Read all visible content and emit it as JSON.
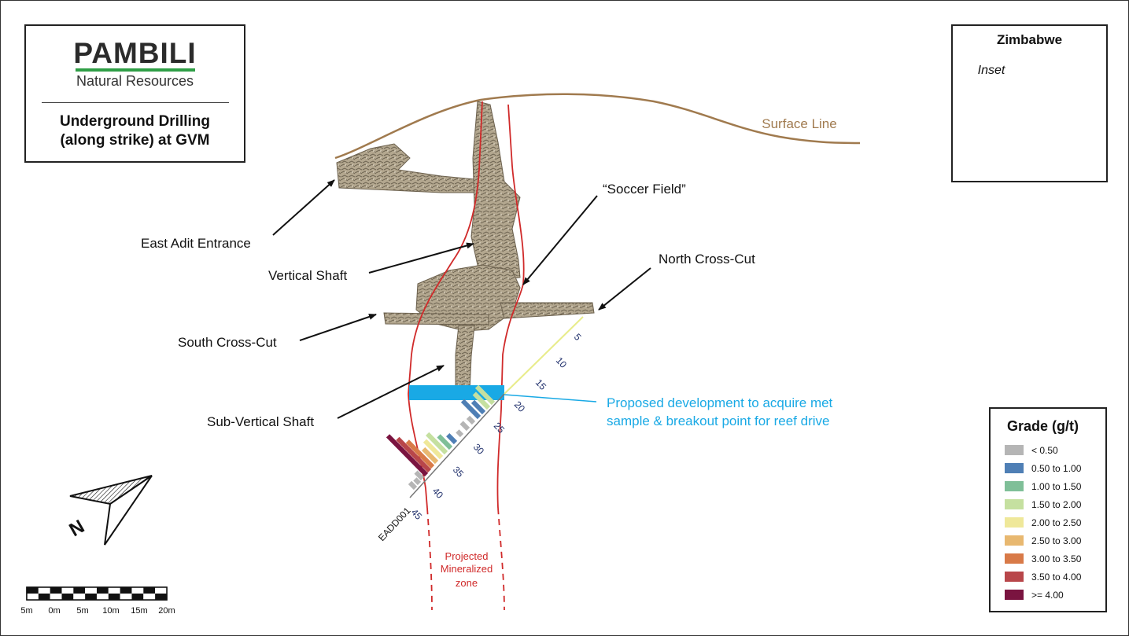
{
  "logo": {
    "name": "PAMBILI",
    "subtitle": "Natural Resources"
  },
  "title": "Underground Drilling (along strike) at GVM",
  "title_lines": [
    "Underground Drilling",
    "(along strike) at GVM"
  ],
  "labels": {
    "surface_line": "Surface Line",
    "east_adit": "East Adit Entrance",
    "vertical_shaft": "Vertical Shaft",
    "south_crosscut": "South Cross-Cut",
    "sub_vertical_shaft": "Sub-Vertical Shaft",
    "soccer_field": "“Soccer Field”",
    "north_crosscut": "North Cross-Cut",
    "proposed_line1": "Proposed development to acquire met",
    "proposed_line2": "sample & breakout point for reef drive",
    "projected_line1": "Projected",
    "projected_line2": "Mineralized",
    "projected_line3": "zone",
    "drillhole_id": "EADD001",
    "north_symbol": "N"
  },
  "drillhole_depths": [
    "5",
    "10",
    "15",
    "20",
    "25",
    "30",
    "35",
    "40",
    "45"
  ],
  "inset": {
    "title": "Zimbabwe",
    "label": "Inset"
  },
  "scale_bar": {
    "labels": [
      "5m",
      "0m",
      "5m",
      "10m",
      "15m",
      "20m"
    ]
  },
  "legend": {
    "title": "Grade (g/t)",
    "items": [
      {
        "label": "< 0.50",
        "color": "#b5b5b5"
      },
      {
        "label": "0.50 to 1.00",
        "color": "#4f7fb5"
      },
      {
        "label": "1.00 to 1.50",
        "color": "#7fbf98"
      },
      {
        "label": "1.50 to 2.00",
        "color": "#c5e0a0"
      },
      {
        "label": "2.00 to 2.50",
        "color": "#efe89a"
      },
      {
        "label": "2.50 to 3.00",
        "color": "#e8b870"
      },
      {
        "label": "3.00 to 3.50",
        "color": "#d87a48"
      },
      {
        "label": "3.50 to 4.00",
        "color": "#b8464a"
      },
      {
        "label": ">= 4.00",
        "color": "#7a1440"
      }
    ]
  },
  "colors": {
    "surface_line": "#a07a4e",
    "mineralized_zone": "#d02a2a",
    "proposed_development": "#19a9e5",
    "workings": "#9a8d75",
    "inset_highlight": "#f4a6a6"
  }
}
